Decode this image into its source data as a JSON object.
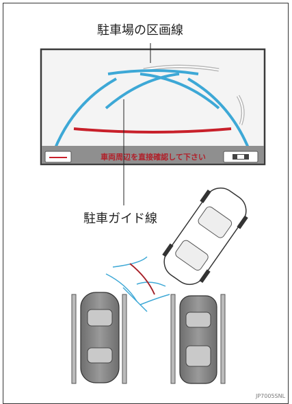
{
  "labels": {
    "parking_lines": "駐車場の区画線",
    "guide_lines": "駐車ガイド線"
  },
  "screen": {
    "message": "車両周辺を直接確認して下さい"
  },
  "image_id": "JP7005SNL",
  "colors": {
    "guide_blue": "#3da8d6",
    "warning_red": "#c8202a",
    "screen_bg": "#f2f2f2",
    "bar_bg": "#909090"
  }
}
